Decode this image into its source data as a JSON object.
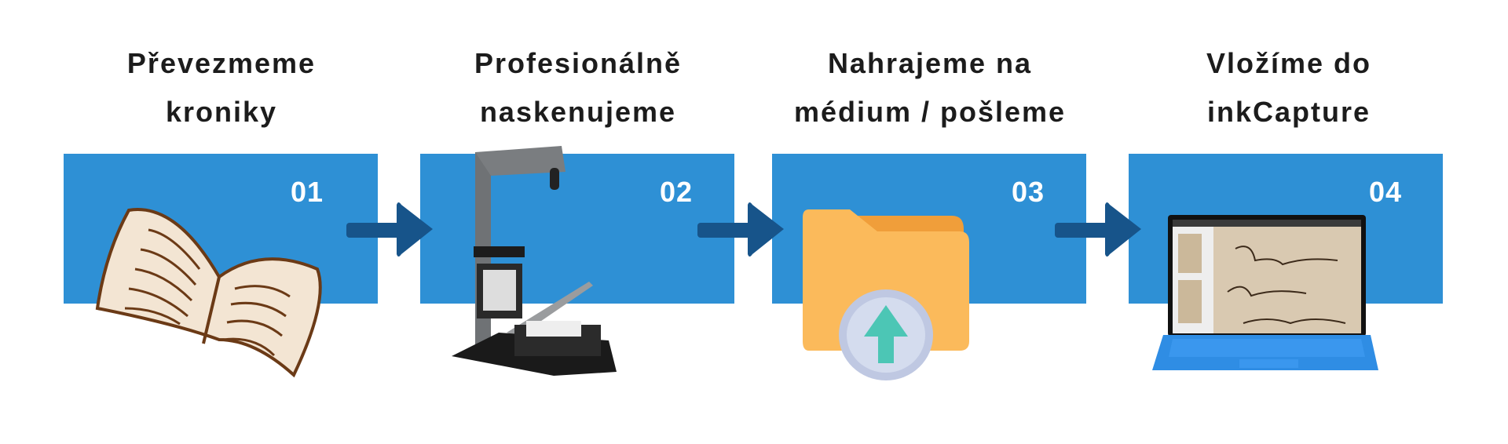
{
  "steps": [
    {
      "number": "01",
      "title_line1": "Převezmeme",
      "title_line2": "kroniky",
      "image": "open-book-icon"
    },
    {
      "number": "02",
      "title_line1": "Profesionálně",
      "title_line2": "naskenujeme",
      "image": "book-scanner-image"
    },
    {
      "number": "03",
      "title_line1": "Nahrajeme na",
      "title_line2": "médium / pošleme",
      "image": "folder-upload-icon"
    },
    {
      "number": "04",
      "title_line1": "Vložíme do",
      "title_line2": "inkCapture",
      "image": "laptop-image"
    }
  ],
  "colors": {
    "box": "#2e90d5",
    "arrow": "#17548a",
    "title": "#1c1c1c",
    "number": "#ffffff"
  }
}
